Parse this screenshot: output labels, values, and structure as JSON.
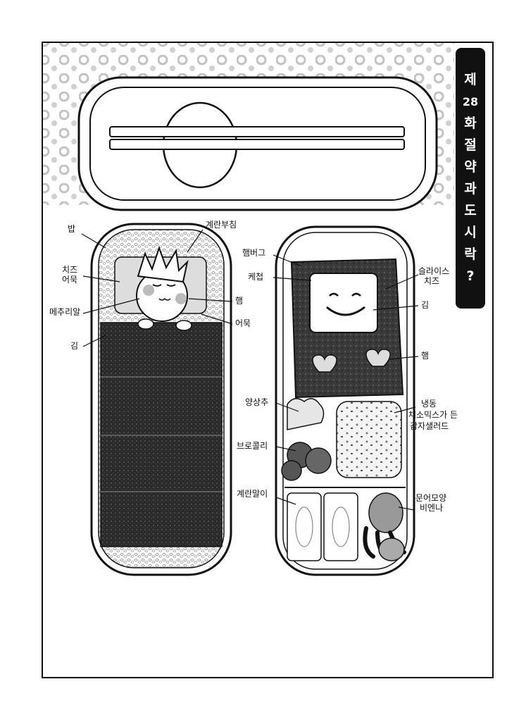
{
  "title": {
    "chars": [
      "제",
      "28",
      "화",
      "절",
      "약",
      "과",
      "도",
      "시",
      "락",
      "?"
    ]
  },
  "labels": {
    "left_box": {
      "rice": "밥",
      "fried_egg": "계란부침",
      "cheese_fishcake_1": "치즈",
      "cheese_fishcake_2": "어묵",
      "quail_egg": "메추리알",
      "ham": "햄",
      "fishcake": "어묵",
      "seaweed": "김"
    },
    "right_box": {
      "hamburg": "햄버그",
      "ketchup": "케첩",
      "sliced_cheese_1": "슬라이스",
      "sliced_cheese_2": "치즈",
      "seaweed": "김",
      "ham": "햄",
      "cabbage": "양상추",
      "frozen_1": "냉동",
      "frozen_2": "채소믹스가 든",
      "frozen_3": "감자샐러드",
      "broccoli": "브로콜리",
      "rolled_egg": "계란말이",
      "octopus_1": "문어모양",
      "octopus_2": "비엔나"
    }
  },
  "colors": {
    "ink": "#111111",
    "nori": "#2b2b2b",
    "paper": "#ffffff",
    "dots": "#c8c8c8"
  }
}
